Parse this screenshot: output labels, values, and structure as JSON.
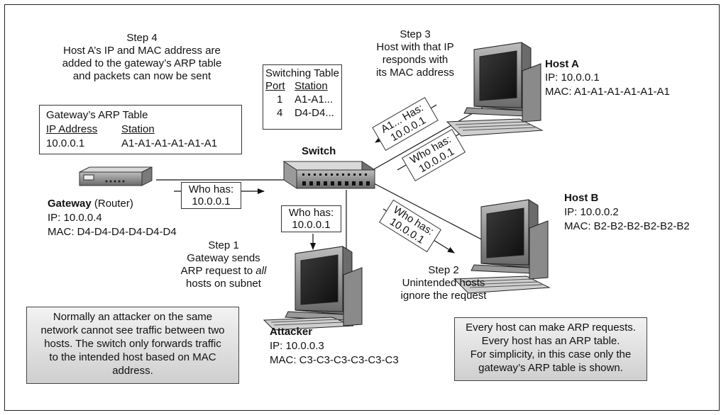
{
  "step4": {
    "title": "Step 4",
    "lines": [
      "Host A’s IP and MAC address are",
      "added to the gateway’s ARP table",
      "and packets can now be sent"
    ]
  },
  "step3": {
    "title": "Step 3",
    "lines": [
      "Host with that IP",
      "responds with",
      "its MAC address"
    ]
  },
  "switching_table": {
    "title": "Switching Table",
    "headers": [
      "Port",
      "Station"
    ],
    "rows": [
      [
        "1",
        "A1-A1..."
      ],
      [
        "4",
        "D4-D4..."
      ]
    ]
  },
  "arp_table": {
    "title": "Gateway’s ARP Table",
    "headers": [
      "IP Address",
      "Station"
    ],
    "rows": [
      [
        "10.0.0.1",
        "A1-A1-A1-A1-A1-A1"
      ]
    ]
  },
  "switch_label": "Switch",
  "gateway": {
    "name": "Gateway",
    "suffix": "(Router)",
    "ip": "IP: 10.0.0.4",
    "mac": "MAC: D4-D4-D4-D4-D4-D4"
  },
  "host_a": {
    "name": "Host A",
    "ip": "IP: 10.0.0.1",
    "mac": "MAC: A1-A1-A1-A1-A1-A1"
  },
  "host_b": {
    "name": "Host B",
    "ip": "IP: 10.0.0.2",
    "mac": "MAC: B2-B2-B2-B2-B2-B2"
  },
  "attacker": {
    "name": "Attacker",
    "ip": "IP: 10.0.0.3",
    "mac": "MAC: C3-C3-C3-C3-C3-C3"
  },
  "packets": {
    "who_has": "Who has:",
    "ip": "10.0.0.1",
    "a1_has": "A1... Has:"
  },
  "step1": {
    "title": "Step 1",
    "line1": "Gateway sends",
    "line2_pre": "ARP request to ",
    "line2_em": "all",
    "line3": "hosts on subnet"
  },
  "step2": {
    "title": "Step 2",
    "lines": [
      "Unintended hosts",
      "ignore the request"
    ]
  },
  "note_left": {
    "lines": [
      "Normally an attacker on the same",
      "network cannot see traffic between two",
      "hosts. The switch only forwards traffic",
      "to the intended host based on MAC",
      "address."
    ]
  },
  "note_right": {
    "lines": [
      "Every host can make ARP requests.",
      "Every host has an ARP table.",
      "For simplicity, in this case only the",
      "gateway’s ARP table is shown."
    ]
  }
}
